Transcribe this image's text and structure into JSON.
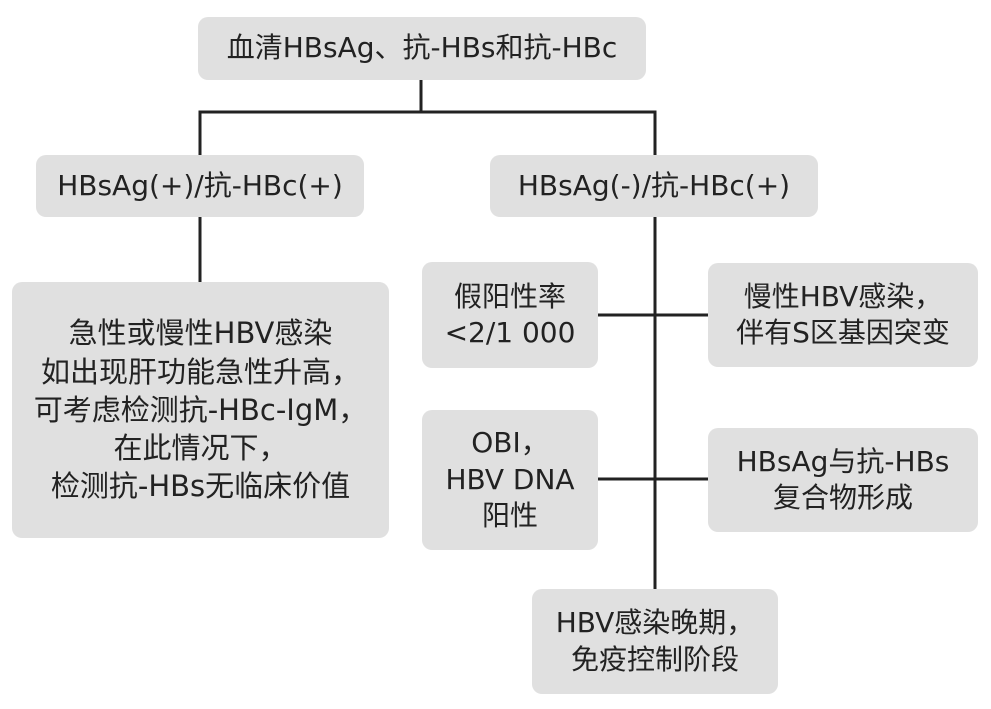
{
  "root": {
    "lines": [
      "血清HBsAg、抗-HBs和抗-HBc"
    ]
  },
  "left_branch": {
    "title": {
      "lines": [
        "HBsAg(+)/抗-HBc(+)"
      ]
    },
    "result": {
      "lines": [
        "急性或慢性HBV感染",
        "如出现肝功能急性升高，",
        "可考虑检测抗-HBc-IgM，",
        "在此情况下，",
        "检测抗-HBs无临床价值"
      ]
    }
  },
  "right_branch": {
    "title": {
      "lines": [
        "HBsAg(-)/抗-HBc(+)"
      ]
    },
    "false_positive": {
      "lines": [
        "假阳性率",
        "<2/1 000"
      ]
    },
    "chronic_mutation": {
      "lines": [
        "慢性HBV感染，",
        "伴有S区基因突变"
      ]
    },
    "obi": {
      "lines": [
        "OBI，",
        "HBV DNA",
        "阳性"
      ]
    },
    "immune_complex": {
      "lines": [
        "HBsAg与抗-HBs",
        "复合物形成"
      ]
    },
    "late_stage": {
      "lines": [
        "HBV感染晚期，",
        "免疫控制阶段"
      ]
    }
  }
}
